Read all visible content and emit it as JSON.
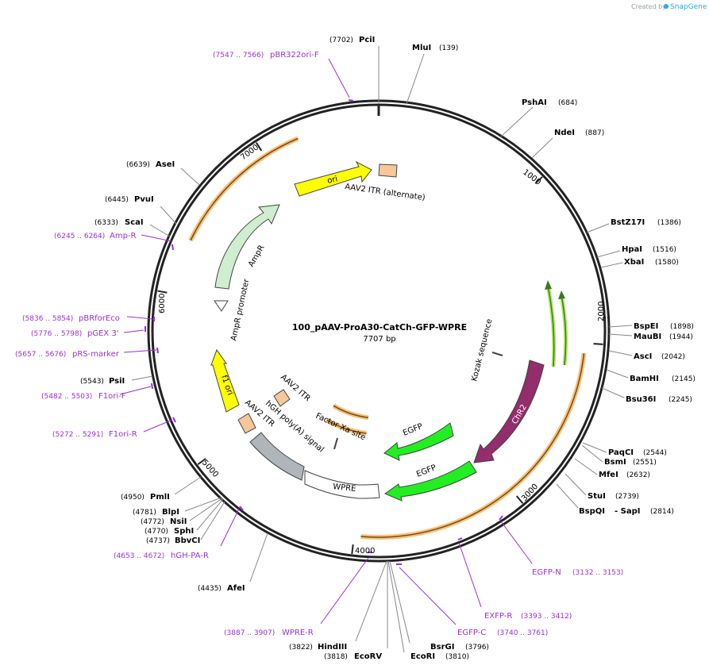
{
  "title": "100_pAAV-ProA30-CatCh-GFP-WPRE",
  "length_label": "7707 bp",
  "credit": "Created by",
  "brand": "SnapGene",
  "colors": {
    "ring": "#222222",
    "primer": "#9b30d9",
    "orange": "#f5a623",
    "green": "#22ee22",
    "yellow": "#ffff00",
    "tan": "#f7c79a",
    "gray": "#b0b5ba",
    "white": "#ffffff",
    "light_green": "#cfeed0",
    "purple": "#932d6b",
    "pale_green": "#b5e86a"
  },
  "ticks": [
    "1000",
    "2000",
    "3000",
    "4000",
    "5000",
    "6000",
    "7000"
  ],
  "enzymes": [
    {
      "name": "PciI",
      "pos": "(7702)"
    },
    {
      "name": "MluI",
      "pos": "(139)"
    },
    {
      "name": "PshAI",
      "pos": "(684)"
    },
    {
      "name": "NdeI",
      "pos": "(887)"
    },
    {
      "name": "BstZ17I",
      "pos": "(1386)"
    },
    {
      "name": "HpaI",
      "pos": "(1516)"
    },
    {
      "name": "XbaI",
      "pos": "(1580)"
    },
    {
      "name": "BspEI",
      "pos": "(1898)"
    },
    {
      "name": "MauBI",
      "pos": "(1944)"
    },
    {
      "name": "AscI",
      "pos": "(2042)"
    },
    {
      "name": "BamHI",
      "pos": "(2145)"
    },
    {
      "name": "Bsu36I",
      "pos": "(2245)"
    },
    {
      "name": "PaqCI",
      "pos": "(2544)"
    },
    {
      "name": "BsmI",
      "pos": "(2551)"
    },
    {
      "name": "MfeI",
      "pos": "(2632)"
    },
    {
      "name": "StuI",
      "pos": "(2739)"
    },
    {
      "name": "BspQI",
      "pos": "(2814)",
      "name2": "- SapI"
    },
    {
      "name": "BsrGI",
      "pos": "(3796)"
    },
    {
      "name": "EcoRI",
      "pos": "(3810)"
    },
    {
      "name": "EcoRV",
      "pos": "(3818)"
    },
    {
      "name": "HindIII",
      "pos": "(3822)"
    },
    {
      "name": "AfeI",
      "pos": "(4435)"
    },
    {
      "name": "BbvCI",
      "pos": "(4737)"
    },
    {
      "name": "SphI",
      "pos": "(4770)"
    },
    {
      "name": "NsiI",
      "pos": "(4772)"
    },
    {
      "name": "BlpI",
      "pos": "(4781)"
    },
    {
      "name": "PmlI",
      "pos": "(4950)"
    },
    {
      "name": "PsiI",
      "pos": "(5543)"
    },
    {
      "name": "ScaI",
      "pos": "(6333)"
    },
    {
      "name": "PvuI",
      "pos": "(6445)"
    },
    {
      "name": "AseI",
      "pos": "(6639)"
    }
  ],
  "primers": [
    {
      "name": "pBR322ori-F",
      "pos": "(7547 .. 7566)"
    },
    {
      "name": "Amp-R",
      "pos": "(6245 .. 6264)"
    },
    {
      "name": "pBRforEco",
      "pos": "(5836 .. 5854)"
    },
    {
      "name": "pGEX 3'",
      "pos": "(5776 .. 5798)"
    },
    {
      "name": "pRS-marker",
      "pos": "(5657 .. 5676)"
    },
    {
      "name": "F1ori-F",
      "pos": "(5482 .. 5503)"
    },
    {
      "name": "F1ori-R",
      "pos": "(5272 .. 5291)"
    },
    {
      "name": "hGH-PA-R",
      "pos": "(4653 .. 4672)"
    },
    {
      "name": "WPRE-R",
      "pos": "(3887 .. 3907)"
    },
    {
      "name": "EGFP-C",
      "pos": "(3740 .. 3761)"
    },
    {
      "name": "EXFP-R",
      "pos": "(3393 .. 3412)"
    },
    {
      "name": "EGFP-N",
      "pos": "(3132 .. 3153)"
    }
  ],
  "features": [
    {
      "name": "ori"
    },
    {
      "name": "AAV2 ITR (alternate)"
    },
    {
      "name": "AmpR"
    },
    {
      "name": "AmpR promoter"
    },
    {
      "name": "f1 ori"
    },
    {
      "name": "AAV2 ITR"
    },
    {
      "name": "AAV2 ITR"
    },
    {
      "name": "hGH poly(A) signal"
    },
    {
      "name": "Factor Xa site"
    },
    {
      "name": "WPRE"
    },
    {
      "name": "EGFP"
    },
    {
      "name": "EGFP"
    },
    {
      "name": "ChR2"
    },
    {
      "name": "Kozak sequence"
    }
  ]
}
